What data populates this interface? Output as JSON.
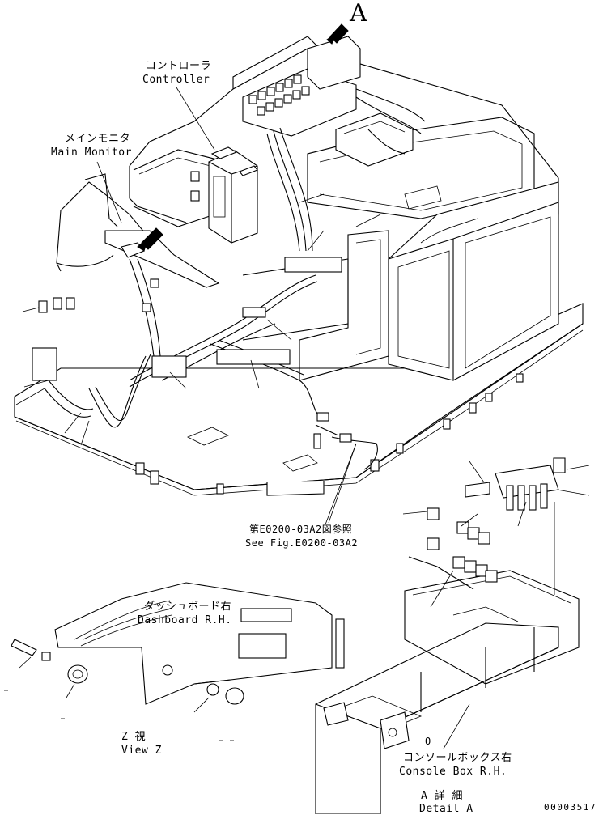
{
  "view_marker": "A",
  "labels": {
    "controller_jp": "コントローラ",
    "controller_en": "Controller",
    "main_monitor_jp": "メインモニタ",
    "main_monitor_en": "Main Monitor",
    "see_fig_jp": "第E0200-03A2図参照",
    "see_fig_en": "See Fig.E0200-03A2",
    "dashboard_jp": "ダッシュボード右",
    "dashboard_en": "Dashboard R.H.",
    "view_z_jp": "Z 視",
    "view_z_en": "View Z",
    "console_box_jp": "コンソールボックス右",
    "console_box_en": "Console Box R.H.",
    "detail_a_jp": "A 詳 細",
    "detail_a_en": "Detail A",
    "circle_mark": "O"
  },
  "part_number": "00003517",
  "icons": {
    "arrow_a": "view-arrow-icon",
    "arrow_z": "view-arrow-icon"
  },
  "colors": {
    "line": "#000000",
    "background": "#ffffff"
  }
}
